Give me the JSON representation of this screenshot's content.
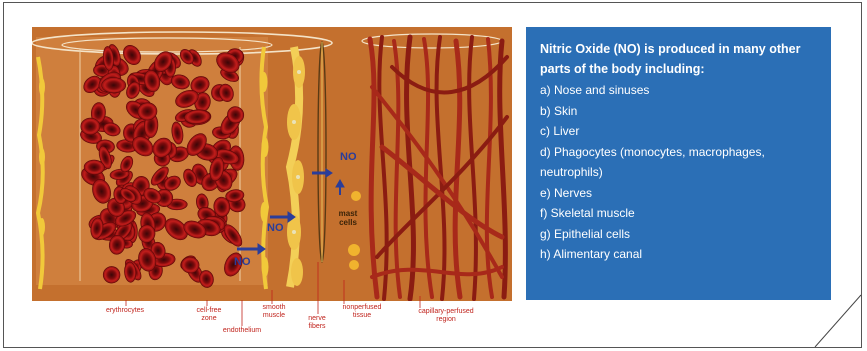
{
  "panel": {
    "title": "Nitric Oxide (NO) is produced in many other parts of the body including:",
    "items": [
      "a) Nose and sinuses",
      "b) Skin",
      "c) Liver",
      "d) Phagocytes (monocytes, macrophages, neutrophils)",
      "e) Nerves",
      "f) Skeletal muscle",
      "g) Epithelial cells",
      "h) Alimentary canal"
    ]
  },
  "diagram": {
    "no_labels": [
      "NO",
      "NO",
      "NO"
    ],
    "mast_cells_label": "mast cells",
    "callouts": [
      "erythrocytes",
      "cell-free zone",
      "endothelium",
      "smooth muscle",
      "nerve fibers",
      "nonperfused tissue",
      "capillary-perfused region"
    ]
  },
  "colors": {
    "panel_bg": "#2b6fb6",
    "tissue": "#c4702e",
    "vessel": "#cf7f3d",
    "erythrocyte": "#9c1414",
    "endothelium": "#f1c93a",
    "no_arrow": "#2a3d9a",
    "callout_text": "#c0231c"
  }
}
